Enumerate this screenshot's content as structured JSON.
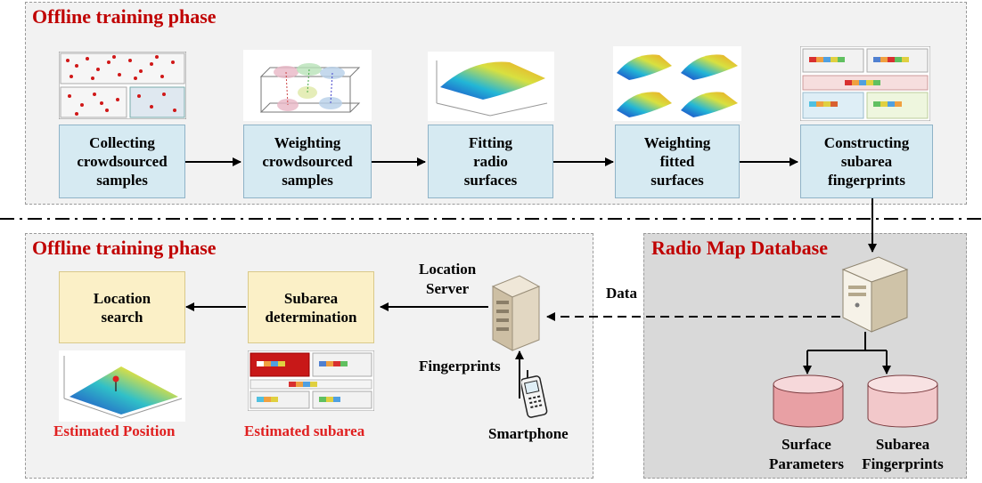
{
  "top_panel": {
    "title": "Offline training phase"
  },
  "bottom_panel": {
    "title": "Offline training phase"
  },
  "database_panel": {
    "title": "Radio Map Database"
  },
  "steps": [
    {
      "line1": "Collecting",
      "line2": "crowdsourced",
      "line3": "samples"
    },
    {
      "line1": "Weighting",
      "line2": "crowdsourced",
      "line3": "samples"
    },
    {
      "line1": "Fitting",
      "line2": "radio",
      "line3": "surfaces"
    },
    {
      "line1": "Weighting",
      "line2": "fitted",
      "line3": "surfaces"
    },
    {
      "line1": "Constructing",
      "line2": "subarea",
      "line3": "fingerprints"
    }
  ],
  "online": {
    "location_search": {
      "line1": "Location",
      "line2": "search"
    },
    "subarea_determination": {
      "line1": "Subarea",
      "line2": "determination"
    },
    "estimated_position": "Estimated Position",
    "estimated_subarea": "Estimated subarea",
    "location_server": {
      "line1": "Location",
      "line2": "Server"
    },
    "fingerprints": "Fingerprints",
    "smartphone": "Smartphone",
    "data": "Data"
  },
  "database": {
    "surface_parameters": {
      "line1": "Surface",
      "line2": "Parameters"
    },
    "subarea_fingerprints": {
      "line1": "Subarea",
      "line2": "Fingerprints"
    }
  },
  "colors": {
    "title_red": "#c00000",
    "label_red": "#e02020",
    "step_box": "#d6eaf2",
    "online_box": "#fbf0c7",
    "db_panel": "#d9d9d9",
    "cylinder": "#e8a0a4"
  },
  "icons": [
    "server-icon",
    "smartphone-icon",
    "database-cylinder-icon"
  ]
}
